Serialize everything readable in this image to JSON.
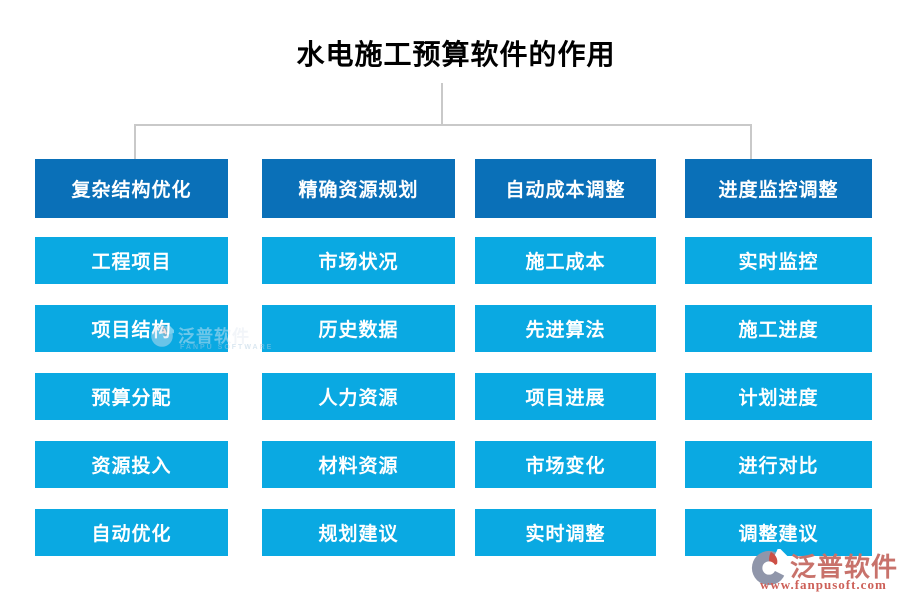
{
  "title": "水电施工预算软件的作用",
  "colors": {
    "header_bg": "#0a70b8",
    "item_bg": "#0aa9e2",
    "connector_line": "#c9c9c9",
    "box_text": "#ffffff",
    "title_text": "#000000",
    "brand_red": "#c8726b",
    "brand_icon_gray": "#9096aa",
    "brand_icon_red": "#cd4f46",
    "url_red": "#cd6058"
  },
  "columns": [
    {
      "header": "复杂结构优化",
      "items": [
        "工程项目",
        "项目结构",
        "预算分配",
        "资源投入",
        "自动优化"
      ]
    },
    {
      "header": "精确资源规划",
      "items": [
        "市场状况",
        "历史数据",
        "人力资源",
        "材料资源",
        "规划建议"
      ]
    },
    {
      "header": "自动成本调整",
      "items": [
        "施工成本",
        "先进算法",
        "项目进展",
        "市场变化",
        "实时调整"
      ]
    },
    {
      "header": "进度监控调整",
      "items": [
        "实时监控",
        "施工进度",
        "计划进度",
        "进行对比",
        "调整建议"
      ]
    }
  ],
  "watermark": {
    "brand": "泛普软件",
    "subtext": "FANPU SOFTWARE"
  },
  "footer": {
    "brand": "泛普软件",
    "url": "www.fanpusoft.com"
  }
}
